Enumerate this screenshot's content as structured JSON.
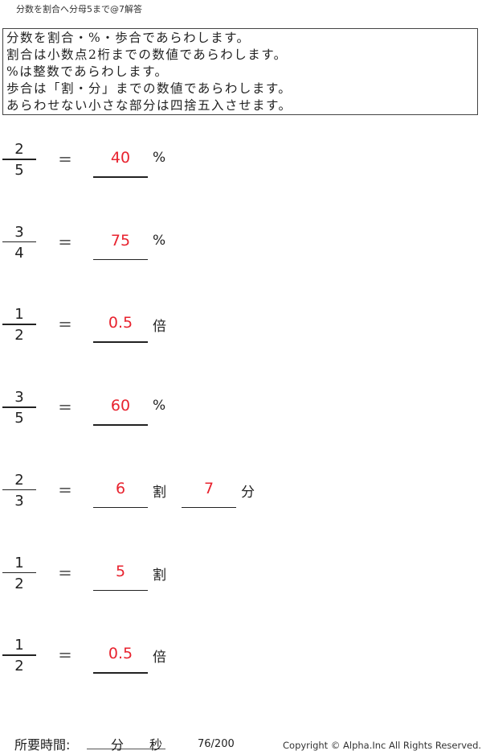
{
  "header": {
    "title": "分数を割合へ分母5まで@7解答"
  },
  "instructions": [
    "分数を割合・%・歩合であらわします。",
    "割合は小数点2桁までの数値であらわします。",
    "%は整数であらわします。",
    "歩合は「割・分」までの数値であらわします。",
    "あらわせない小さな部分は四捨五入させます。"
  ],
  "equals": "＝",
  "problems": [
    {
      "num": "2",
      "den": "5",
      "answer": "40",
      "unit": "%"
    },
    {
      "num": "3",
      "den": "4",
      "answer": "75",
      "unit": "%"
    },
    {
      "num": "1",
      "den": "2",
      "answer": "0.5",
      "unit": "倍"
    },
    {
      "num": "3",
      "den": "5",
      "answer": "60",
      "unit": "%"
    },
    {
      "num": "2",
      "den": "3",
      "answer": "6",
      "unit": "割",
      "answer2": "7",
      "unit2": "分"
    },
    {
      "num": "1",
      "den": "2",
      "answer": "5",
      "unit": "割"
    },
    {
      "num": "1",
      "den": "2",
      "answer": "0.5",
      "unit": "倍"
    }
  ],
  "footer": {
    "time_label": "所要時間:",
    "minutes": "分",
    "seconds": "秒",
    "page": "76/200",
    "copyright": "Copyright ©  Alpha.Inc All Rights Reserved."
  }
}
